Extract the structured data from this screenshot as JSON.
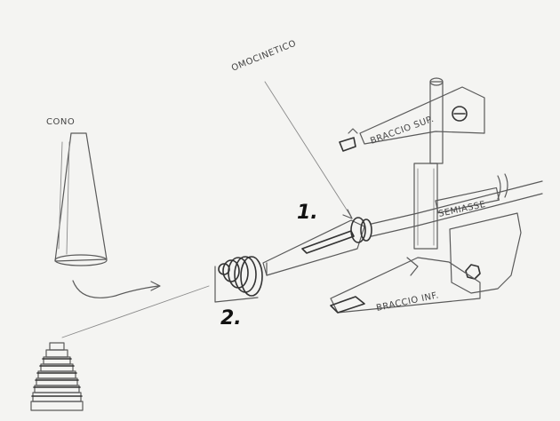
{
  "labels": {
    "cono": "CONO",
    "omocinetico": "OMOCINETICO",
    "braccio_sup": "BRACCIO SUP.",
    "semiasse": "SEMIASSE",
    "braccio_inf": "BRACCIO INF."
  },
  "steps": {
    "one": "1.",
    "two": "2."
  },
  "colors": {
    "paper": "#f4f4f2",
    "pencil": "#5a5a5a",
    "ink": "#111111"
  }
}
